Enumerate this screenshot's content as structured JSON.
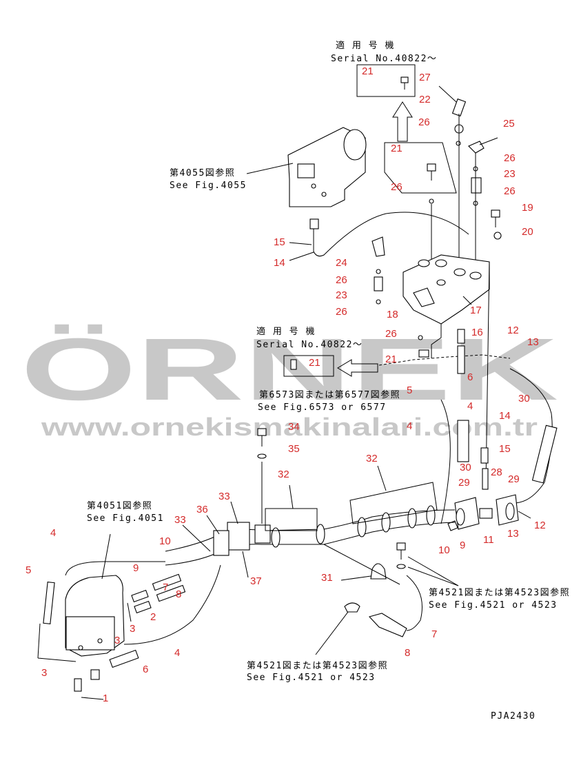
{
  "watermark": {
    "logo": "ÖRNEK",
    "url": "www.ornekismakinalari.com.tr",
    "color": "#c8c8c8",
    "accent": "#f2c84b"
  },
  "drawing_code": "PJA2430",
  "notes": {
    "serial_top_jp": "適 用 号 機",
    "serial_top_en": "Serial No.40822～",
    "serial_mid_jp": "適 用 号 機",
    "serial_mid_en": "Serial No.40822～",
    "fig4055_jp": "第4055図参照",
    "fig4055_en": "See Fig.4055",
    "fig6573_jp": "第6573図または第6577図参照",
    "fig6573_en": "See Fig.6573 or 6577",
    "fig4051_jp": "第4051図参照",
    "fig4051_en": "See Fig.4051",
    "fig4521a_jp": "第4521図または第4523図参照",
    "fig4521a_en": "See Fig.4521 or 4523",
    "fig4521b_jp": "第4521図または第4523図参照",
    "fig4521b_en": "See Fig.4521 or 4523"
  },
  "part_numbers": {
    "p21a": "21",
    "p27": "27",
    "p22": "22",
    "p26a": "26",
    "p25": "25",
    "p21b": "21",
    "p26b": "26",
    "p23a": "23",
    "p26c": "26",
    "p26d": "26",
    "p19": "19",
    "p20": "20",
    "p15a": "15",
    "p14a": "14",
    "p24": "24",
    "p26e": "26",
    "p23b": "23",
    "p26f": "26",
    "p18": "18",
    "p17": "17",
    "p16": "16",
    "p26g": "26",
    "p21c": "21",
    "p21d": "21",
    "p12a": "12",
    "p13a": "13",
    "p6a": "6",
    "p5a": "5",
    "p4a": "4",
    "p4b": "4",
    "p30a": "30",
    "p34": "34",
    "p35": "35",
    "p30b": "30",
    "p14b": "14",
    "p15b": "15",
    "p28": "28",
    "p32a": "32",
    "p32b": "32",
    "p29a": "29",
    "p29b": "29",
    "p33a": "33",
    "p36": "36",
    "p33b": "33",
    "p10a": "10",
    "p10b": "10",
    "p9a": "9",
    "p9b": "9",
    "p11": "11",
    "p13b": "13",
    "p12b": "12",
    "p4c": "4",
    "p5b": "5",
    "p8a": "8",
    "p7a": "7",
    "p2": "2",
    "p3a": "3",
    "p3b": "3",
    "p3c": "3",
    "p37": "37",
    "p31": "31",
    "p4d": "4",
    "p6b": "6",
    "p1": "1",
    "p7b": "7",
    "p8b": "8"
  },
  "colors": {
    "callout": "#d42a2a",
    "line": "#000000"
  }
}
